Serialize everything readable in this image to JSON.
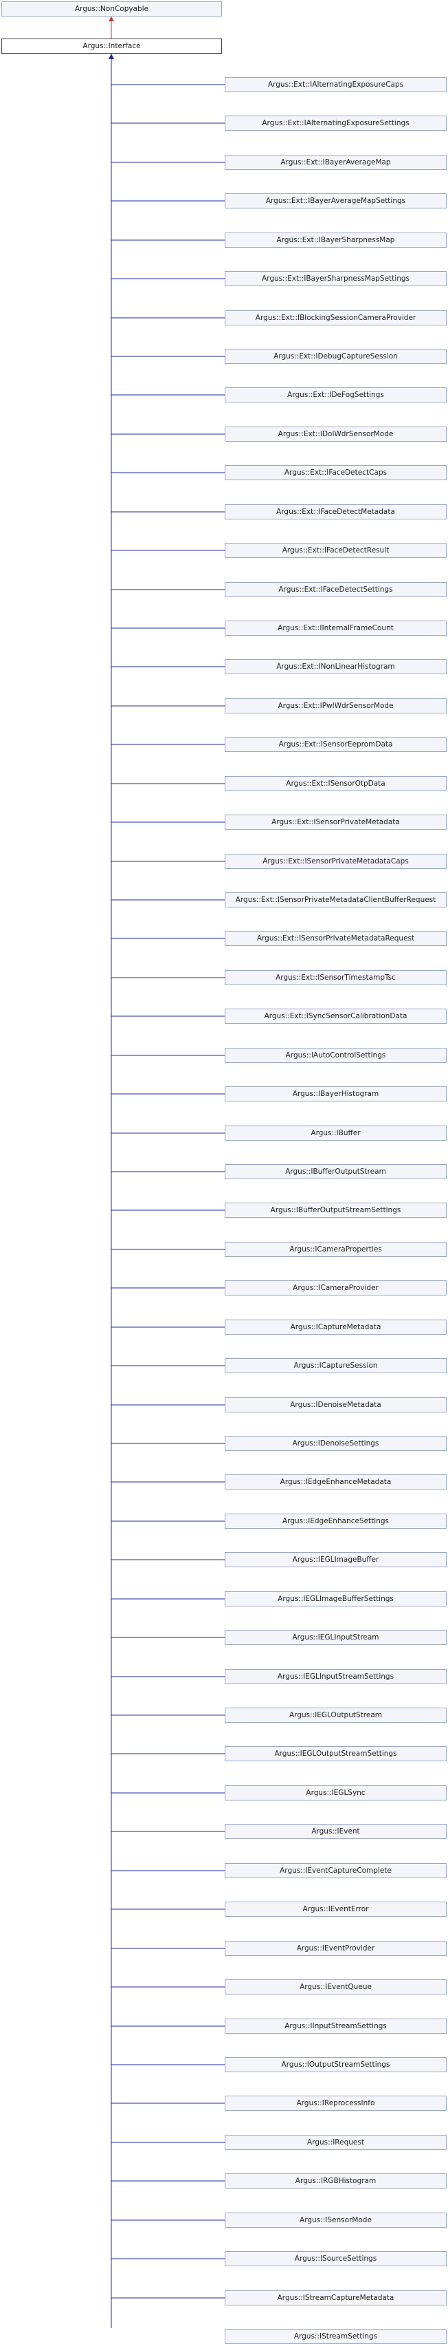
{
  "root": {
    "label": "Argus::NonCopyable"
  },
  "interface": {
    "label": "Argus::Interface"
  },
  "colors": {
    "edge": "#1a2aa6",
    "inheritance_arrow_to_root": "#c0392b",
    "node_fill": "#f3f5fa",
    "node_border": "#9aa6c4",
    "current_node_border": "#404040"
  },
  "children": [
    "Argus::Ext::IAlternatingExposureCaps",
    "Argus::Ext::IAlternatingExposureSettings",
    "Argus::Ext::IBayerAverageMap",
    "Argus::Ext::IBayerAverageMapSettings",
    "Argus::Ext::IBayerSharpnessMap",
    "Argus::Ext::IBayerSharpnessMapSettings",
    "Argus::Ext::IBlockingSessionCameraProvider",
    "Argus::Ext::IDebugCaptureSession",
    "Argus::Ext::IDeFogSettings",
    "Argus::Ext::IDolWdrSensorMode",
    "Argus::Ext::IFaceDetectCaps",
    "Argus::Ext::IFaceDetectMetadata",
    "Argus::Ext::IFaceDetectResult",
    "Argus::Ext::IFaceDetectSettings",
    "Argus::Ext::IInternalFrameCount",
    "Argus::Ext::INonLinearHistogram",
    "Argus::Ext::IPwlWdrSensorMode",
    "Argus::Ext::ISensorEepromData",
    "Argus::Ext::ISensorOtpData",
    "Argus::Ext::ISensorPrivateMetadata",
    "Argus::Ext::ISensorPrivateMetadataCaps",
    "Argus::Ext::ISensorPrivateMetadataClientBufferRequest",
    "Argus::Ext::ISensorPrivateMetadataRequest",
    "Argus::Ext::ISensorTimestampTsc",
    "Argus::Ext::ISyncSensorCalibrationData",
    "Argus::IAutoControlSettings",
    "Argus::IBayerHistogram",
    "Argus::IBuffer",
    "Argus::IBufferOutputStream",
    "Argus::IBufferOutputStreamSettings",
    "Argus::ICameraProperties",
    "Argus::ICameraProvider",
    "Argus::ICaptureMetadata",
    "Argus::ICaptureSession",
    "Argus::IDenoiseMetadata",
    "Argus::IDenoiseSettings",
    "Argus::IEdgeEnhanceMetadata",
    "Argus::IEdgeEnhanceSettings",
    "Argus::IEGLImageBuffer",
    "Argus::IEGLImageBufferSettings",
    "Argus::IEGLInputStream",
    "Argus::IEGLInputStreamSettings",
    "Argus::IEGLOutputStream",
    "Argus::IEGLOutputStreamSettings",
    "Argus::IEGLSync",
    "Argus::IEvent",
    "Argus::IEventCaptureComplete",
    "Argus::IEventError",
    "Argus::IEventProvider",
    "Argus::IEventQueue",
    "Argus::IInputStreamSettings",
    "Argus::IOutputStreamSettings",
    "Argus::IReprocessInfo",
    "Argus::IRequest",
    "Argus::IRGBHistogram",
    "Argus::ISensorMode",
    "Argus::ISourceSettings",
    "Argus::IStreamCaptureMetadata",
    "Argus::IStreamSettings"
  ]
}
